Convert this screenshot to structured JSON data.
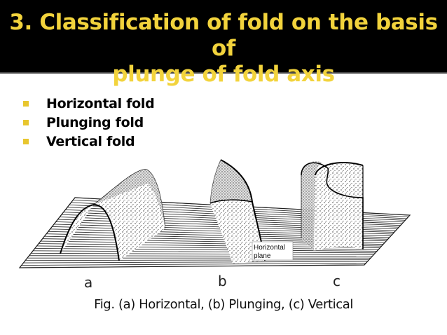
{
  "slide": {
    "title_line1": "3. Classification of fold on the basis of",
    "title_line2": "plunge of fold axis",
    "bullets": [
      "Horizontal fold",
      "Plunging fold",
      "Vertical fold"
    ],
    "colors": {
      "header_bg": "#000000",
      "title": "#f2d33c",
      "bullet_marker": "#e8c62e"
    }
  },
  "figure": {
    "labels": {
      "a": "a",
      "b": "b",
      "c": "c"
    },
    "plane_label_line1": "Horizontal",
    "plane_label_line2": "plane",
    "caption": "Fig. (a) Horizontal, (b) Plunging, (c) Vertical"
  }
}
